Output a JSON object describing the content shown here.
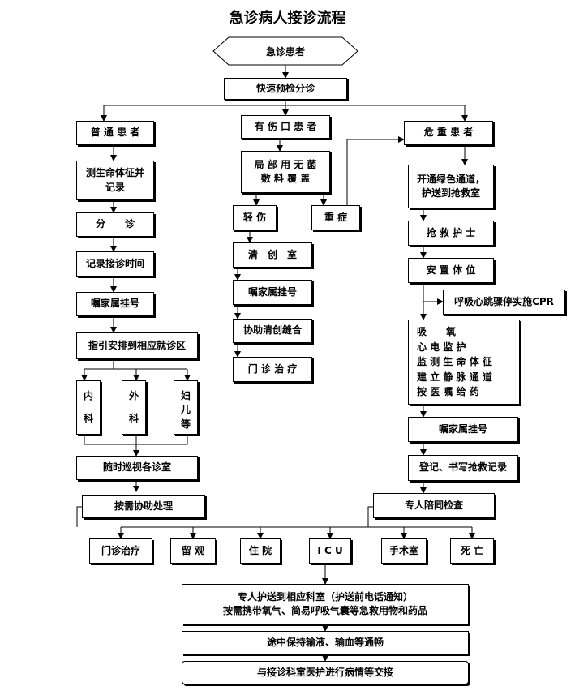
{
  "title": "急诊病人接诊流程",
  "start": "急诊患者",
  "triage": "快速预检分诊",
  "ordinary": {
    "header": "普 通 患 者",
    "vital": "测生命体征并\n记录",
    "triage": "分　　诊",
    "record_time": "记录接诊时间",
    "register": "嘱家属挂号",
    "guide": "指引安排到相应就诊区",
    "depts": [
      {
        "chars": [
          "内",
          "科"
        ]
      },
      {
        "chars": [
          "外",
          "科"
        ]
      },
      {
        "chars": [
          "妇",
          "儿",
          "等"
        ]
      }
    ],
    "patrol": "随时巡视各诊室",
    "assist": "按需协助处理"
  },
  "wound": {
    "header": "有 伤 口 患 者",
    "cover": "局 部 用 无 菌\n敷 料 覆 盖",
    "minor": "轻 伤",
    "severe": "重 症",
    "debride": "清　创　室",
    "register": "嘱家属挂号",
    "suture": "协助清创缝合",
    "outpatient": "门 诊 治 疗"
  },
  "critical": {
    "header": "危 重 患 者",
    "green": "开通绿色通道，\n护送到抢救室",
    "nurse": "抢 救 护 士",
    "position": "安 置 体 位",
    "cpr": "呼吸心跳骤停实施CPR",
    "measures": [
      "吸　　氧",
      "心 电 监 护",
      "监 测 生 命 体 征",
      "建 立 静 脉 通 道",
      "按 医 嘱 给 药"
    ],
    "register": "嘱家属挂号",
    "record": "登记、书写抢救记录",
    "escort": "专人陪同检查"
  },
  "outcomes": [
    "门诊治疗",
    "留 观",
    "住 院",
    "I C U",
    "手术室",
    "死 亡"
  ],
  "transfer": "专人护送到相应科室（护送前电话通知）\n按需携带氧气、简易呼吸气囊等急救用物和药品",
  "keep": "途中保持输液、输血等通畅",
  "handover": "与接诊科室医护进行病情等交接",
  "colors": {
    "line": "#000000",
    "background": "#ffffff"
  }
}
